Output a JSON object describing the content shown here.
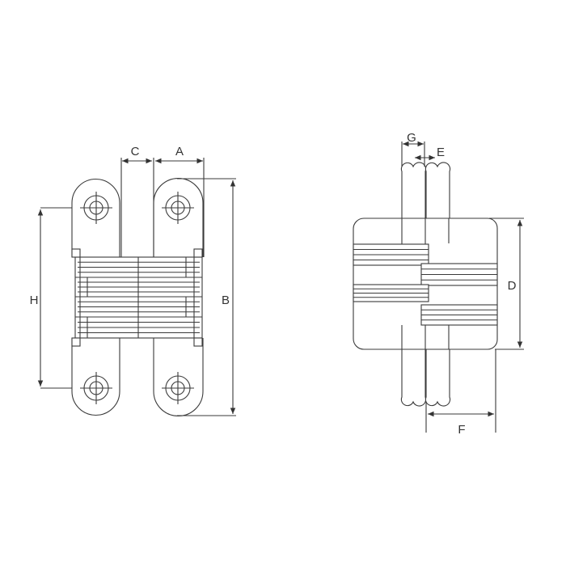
{
  "front_view": {
    "labels": {
      "a": "A",
      "b": "B",
      "c": "C",
      "h": "H"
    }
  },
  "side_view": {
    "labels": {
      "d": "D",
      "e": "E",
      "f": "F",
      "g": "G"
    }
  },
  "colors": {
    "line": "#3a3a3a",
    "background": "#ffffff"
  }
}
